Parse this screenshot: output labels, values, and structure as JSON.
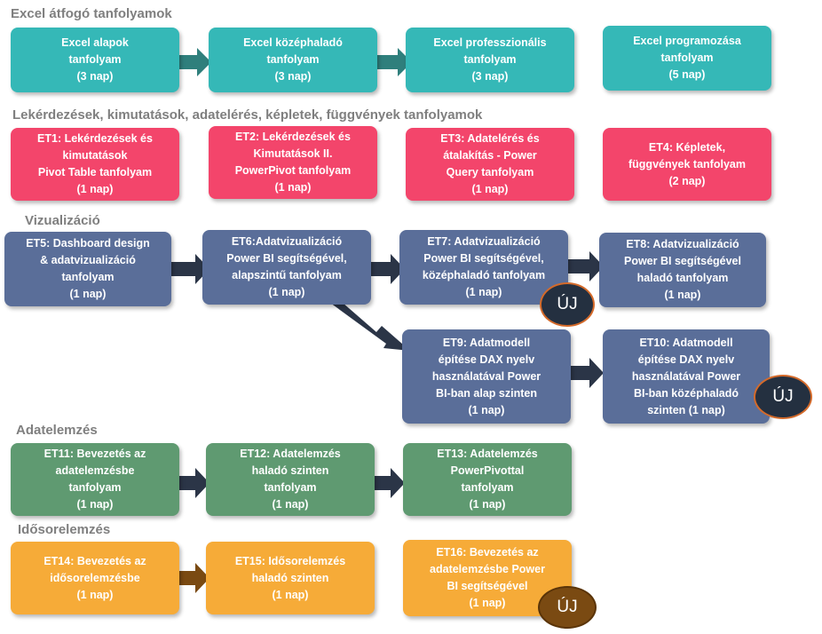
{
  "colors": {
    "excel": "#35b8b7",
    "queries": "#f3456b",
    "visual": "#5a6e99",
    "analysis": "#5f9a71",
    "timeseries": "#f6ab38",
    "arrow_excel": "#2f7f7c",
    "arrow_dark": "#2b3547",
    "arrow_timeseries": "#7a4a12"
  },
  "sections": {
    "excel": "Excel átfogó tanfolyamok",
    "queries": "Lekérdezések, kimutatások, adatelérés, képletek, függvények tanfolyamok",
    "visual": "Vizualizáció",
    "analysis": "Adatelemzés",
    "timeseries": "Idősorelemzés"
  },
  "boxes": {
    "excel1": [
      "Excel alapok",
      "tanfolyam",
      "(3 nap)"
    ],
    "excel2": [
      "Excel középhaladó",
      "tanfolyam",
      "(3 nap)"
    ],
    "excel3": [
      "Excel professzionális",
      "tanfolyam",
      "(3 nap)"
    ],
    "excel4": [
      "Excel  programozása",
      "tanfolyam",
      "(5 nap)"
    ],
    "et1": [
      "ET1: Lekérdezések és",
      "kimutatások",
      "Pivot Table tanfolyam",
      "(1 nap)"
    ],
    "et2": [
      "ET2: Lekérdezések és",
      "Kimutatások II.",
      "PowerPivot tanfolyam",
      "(1 nap)"
    ],
    "et3": [
      "ET3: Adatelérés és",
      "átalakítás - Power",
      "Query tanfolyam",
      "(1 nap)"
    ],
    "et4": [
      "ET4: Képletek,",
      "függvények tanfolyam",
      "(2 nap)"
    ],
    "et5": [
      "ET5: Dashboard design",
      "& adatvizualizáció",
      "tanfolyam",
      "(1 nap)"
    ],
    "et6": [
      "ET6:Adatvizualizáció",
      "Power BI segítségével,",
      "alapszintű tanfolyam",
      "(1 nap)"
    ],
    "et7": [
      "ET7: Adatvizualizáció",
      "Power BI segítségével,",
      "középhaladó tanfolyam",
      "(1 nap)"
    ],
    "et8": [
      "ET8: Adatvizualizáció",
      "Power BI segítségével",
      "haladó tanfolyam",
      "(1 nap)"
    ],
    "et9": [
      "ET9: Adatmodell",
      "építése DAX nyelv",
      "használatával  Power",
      "BI-ban alap szinten",
      "(1 nap)"
    ],
    "et10": [
      "ET10: Adatmodell",
      "építése DAX nyelv",
      "használatával  Power",
      "BI-ban középhaladó",
      "szinten (1 nap)"
    ],
    "et11": [
      "ET11: Bevezetés az",
      "adatelemzésbe",
      "tanfolyam",
      "(1 nap)"
    ],
    "et12": [
      "ET12: Adatelemzés",
      "haladó szinten",
      "tanfolyam",
      "(1 nap)"
    ],
    "et13": [
      "ET13: Adatelemzés",
      "PowerPivottal",
      "tanfolyam",
      "(1 nap)"
    ],
    "et14": [
      "ET14: Bevezetés az",
      "idősorelemzésbe",
      "(1 nap)"
    ],
    "et15": [
      "ET15: Idősorelemzés",
      "haladó szinten",
      "(1 nap)"
    ],
    "et16": [
      "ET16: Bevezetés az",
      "adatelemzésbe Power",
      "BI segítségével",
      "(1 nap)"
    ]
  },
  "badges": {
    "new": "ÚJ"
  }
}
